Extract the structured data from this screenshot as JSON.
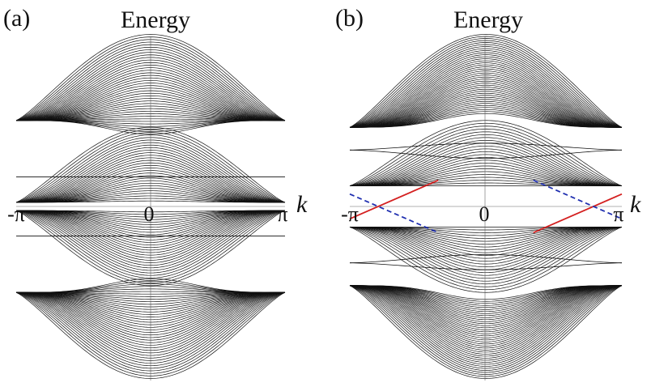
{
  "chart_data": [
    {
      "panel_label": "(a)",
      "type": "line",
      "ylabel": "Energy",
      "xlabel": "k",
      "xticks": [
        "-π",
        "0",
        "π"
      ],
      "xlim": [
        "-π",
        "π"
      ],
      "grid": false,
      "bands": {
        "outer_upper": {
          "n": 40,
          "E_at_0_inner": 1.05,
          "E_at_0_outer": 2.5,
          "E_at_pi": 1.25
        },
        "outer_lower": {
          "n": 40,
          "E_at_0_inner": -1.05,
          "E_at_0_outer": -2.5,
          "E_at_pi": -1.25
        },
        "inner_upper": {
          "n": 30,
          "E_at_0_inner": 0.08,
          "E_at_0_outer": 1.15,
          "E_at_pi": 0.06
        },
        "inner_lower": {
          "n": 30,
          "E_at_0_inner": -0.08,
          "E_at_0_outer": -1.15,
          "E_at_pi": -0.06
        },
        "flat_bands": [
          0.43,
          -0.43
        ]
      }
    },
    {
      "panel_label": "(b)",
      "type": "line",
      "ylabel": "Energy",
      "xlabel": "k",
      "xticks": [
        "-π",
        "0",
        "π"
      ],
      "xlim": [
        "-π",
        "π"
      ],
      "grid": false,
      "bands": {
        "outer_upper": {
          "n": 40,
          "E_at_0_inner": 1.35,
          "E_at_0_outer": 2.5,
          "E_at_pi": 1.15
        },
        "outer_lower": {
          "n": 40,
          "E_at_0_inner": -1.35,
          "E_at_0_outer": -2.5,
          "E_at_pi": -1.15
        },
        "inner_upper": {
          "n": 24,
          "E_at_0_inner": 0.3,
          "E_at_0_outer": 1.25,
          "E_at_pi": 0.3
        },
        "inner_lower": {
          "n": 24,
          "E_at_0_inner": -0.3,
          "E_at_0_outer": -1.25,
          "E_at_pi": -0.3
        },
        "lens_upper": {
          "E_at_0_top": 0.92,
          "E_at_0_bottom": 0.7,
          "E_at_pi": 0.82
        },
        "lens_lower": {
          "E_at_0_top": -0.7,
          "E_at_0_bottom": -0.92,
          "E_at_pi": -0.82
        },
        "edge_states": [
          {
            "color": "#d42020",
            "style": "solid",
            "points": [
              [
                -3.1416,
                -0.18
              ],
              [
                -1.1,
                0.38
              ]
            ]
          },
          {
            "color": "#d42020",
            "style": "solid",
            "points": [
              [
                1.1,
                -0.38
              ],
              [
                3.1416,
                0.18
              ]
            ]
          },
          {
            "color": "#1f2fb0",
            "style": "dashed",
            "points": [
              [
                -3.1416,
                0.18
              ],
              [
                -1.1,
                -0.38
              ]
            ]
          },
          {
            "color": "#1f2fb0",
            "style": "dashed",
            "points": [
              [
                1.1,
                0.38
              ],
              [
                3.1416,
                -0.18
              ]
            ]
          }
        ]
      }
    }
  ]
}
